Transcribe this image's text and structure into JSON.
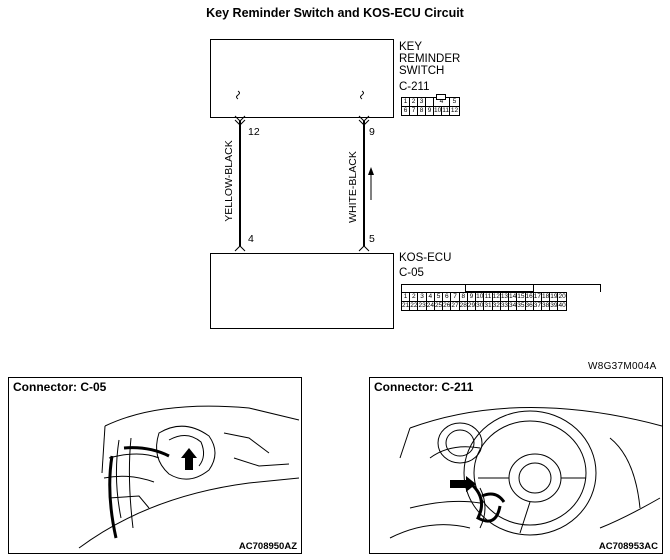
{
  "title": "Key Reminder Switch and KOS-ECU Circuit",
  "key_switch": {
    "label_lines": [
      "KEY",
      "REMINDER",
      "SWITCH"
    ],
    "connector": "C-211",
    "grid_rows": [
      [
        "1",
        "2",
        "3",
        "",
        "4",
        "5"
      ],
      [
        "6",
        "7",
        "8",
        "9",
        "10",
        "11",
        "12"
      ]
    ]
  },
  "kos_ecu": {
    "label": "KOS-ECU",
    "connector": "C-05",
    "grid_rows": [
      [
        "1",
        "2",
        "3",
        "4",
        "5",
        "6",
        "7",
        "8",
        "9",
        "10",
        "11",
        "12",
        "13",
        "14",
        "15",
        "16",
        "17",
        "18",
        "19",
        "20"
      ],
      [
        "21",
        "22",
        "23",
        "24",
        "25",
        "26",
        "27",
        "28",
        "29",
        "30",
        "31",
        "32",
        "33",
        "34",
        "35",
        "36",
        "37",
        "38",
        "39",
        "40"
      ]
    ]
  },
  "wires": [
    {
      "color": "YELLOW-BLACK",
      "top_pin": "12",
      "bottom_pin": "4"
    },
    {
      "color": "WHITE-BLACK",
      "top_pin": "9",
      "bottom_pin": "5"
    }
  ],
  "diagram_code": "W8G37M004A",
  "panels": [
    {
      "title": "Connector: C-05",
      "code": "AC708950AZ"
    },
    {
      "title": "Connector: C-211",
      "code": "AC708953AC"
    }
  ]
}
